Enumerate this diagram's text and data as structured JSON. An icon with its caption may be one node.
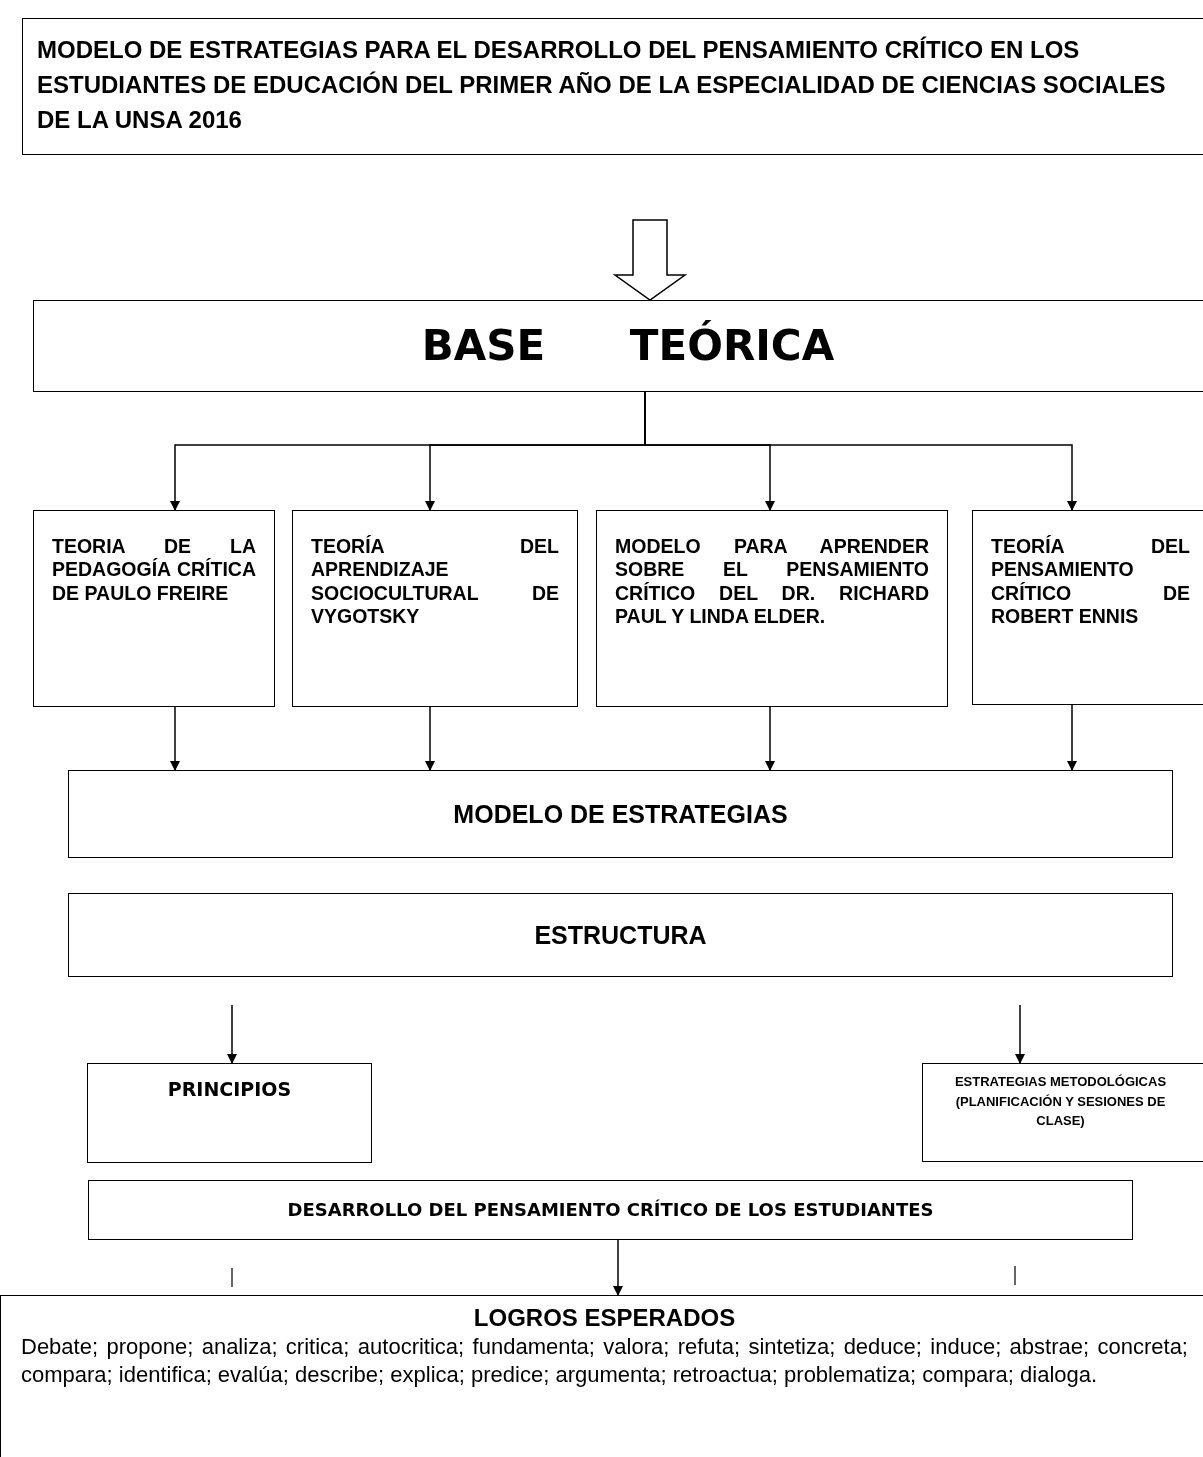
{
  "diagram": {
    "nodes": [
      {
        "text": [
          "MODELO DE ESTRATEGIAS PARA EL DESARROLLO DEL PENSAMIENTO CRÍTICO EN LOS ESTUDIANTES DE EDUCACIÓN DEL PRIMER AÑO DE LA ESPECIALIDAD DE CIENCIAS SOCIALES DE LA UNSA 2016"
        ]
      },
      {
        "text": [
          "BASE TEÓRICA"
        ]
      },
      {
        "text": [
          "TEORIA DE LA PEDAGOGÍA CRÍTICA DE PAULO FREIRE"
        ]
      },
      {
        "text": [
          "TEORÍA DEL APRENDIZAJE SOCIOCULTURAL DE VYGOTSKY"
        ]
      },
      {
        "text": [
          "MODELO PARA APRENDER SOBRE EL PENSAMIENTO CRÍTICO DEL DR. RICHARD PAUL Y LINDA ELDER."
        ]
      },
      {
        "text": [
          "TEORÍA DEL PENSAMIENTO CRÍTICO DE ROBERT ENNIS"
        ]
      },
      {
        "text": [
          "MODELO DE ESTRATEGIAS"
        ]
      },
      {
        "text": [
          "ESTRUCTURA"
        ]
      },
      {
        "text": [
          "PRINCIPIOS"
        ]
      },
      {
        "text": [
          "ESTRATEGIAS METODOLÓGICAS (PLANIFICACIÓN Y SESIONES DE CLASE)"
        ]
      },
      {
        "text": [
          "DESARROLLO DEL PENSAMIENTO CRÍTICO DE LOS ESTUDIANTES"
        ]
      },
      {
        "text": [
          "LOGROS ESPERADOS",
          "Debate; propone; analiza; critica; autocritica; fundamenta; valora; refuta; sintetiza; deduce; induce; abstrae; concreta; compara; identifica; evalúa; describe; explica; predice; argumenta; retroactua; problematiza; compara; dialoga."
        ]
      }
    ],
    "edges": [
      {
        "from": 0,
        "to": 1,
        "arrow": "to",
        "style": "thick"
      },
      {
        "from": 1,
        "to": 2,
        "arrow": "to"
      },
      {
        "from": 1,
        "to": 3,
        "arrow": "to"
      },
      {
        "from": 1,
        "to": 4,
        "arrow": "to"
      },
      {
        "from": 1,
        "to": 5,
        "arrow": "to"
      },
      {
        "from": 2,
        "to": 6,
        "arrow": "to"
      },
      {
        "from": 3,
        "to": 6,
        "arrow": "to"
      },
      {
        "from": 4,
        "to": 6,
        "arrow": "to"
      },
      {
        "from": 5,
        "to": 6,
        "arrow": "to"
      },
      {
        "from": 7,
        "to": 8,
        "arrow": "to"
      },
      {
        "from": 7,
        "to": 9,
        "arrow": "to"
      },
      {
        "from": 10,
        "to": 11,
        "arrow": "to"
      }
    ]
  }
}
